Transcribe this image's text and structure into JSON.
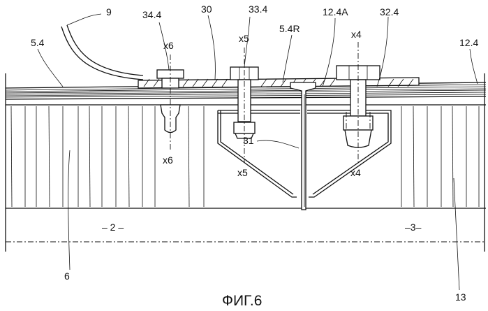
{
  "figure": {
    "caption": "ФИГ.6",
    "labels": {
      "l_9": "9",
      "l_5_4": "5.4",
      "l_34_4": "34.4",
      "l_30": "30",
      "l_33_4": "33.4",
      "l_5_4R": "5.4R",
      "l_12_4A": "12.4A",
      "l_32_4": "32.4",
      "l_12_4": "12.4",
      "l_x6_top": "x6",
      "l_x5_top": "x5",
      "l_x4_top": "x4",
      "l_x6_bot": "x6",
      "l_x5_bot": "x5",
      "l_x4_bot": "x4",
      "l_31": "31",
      "l_region2": "– 2 –",
      "l_region3": "–3–",
      "l_6": "6",
      "l_13": "13"
    }
  },
  "colors": {
    "ink": "#111111",
    "paper": "#ffffff"
  }
}
